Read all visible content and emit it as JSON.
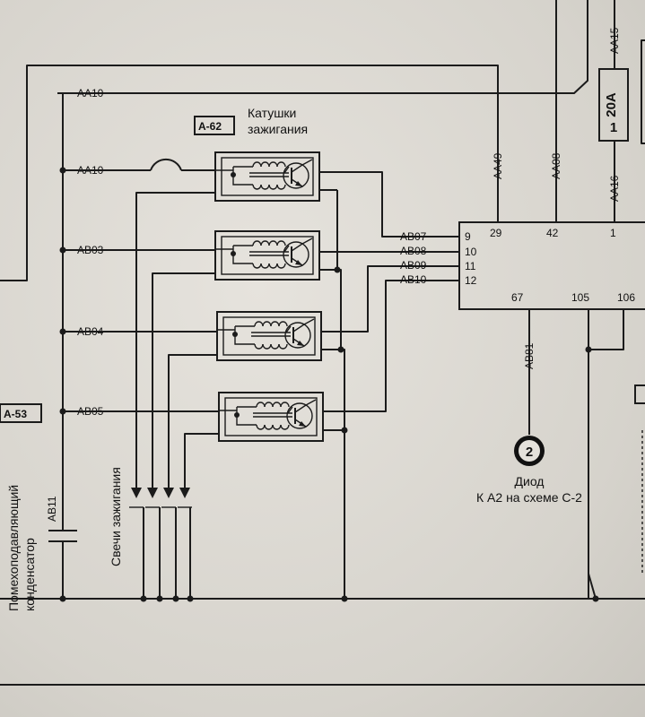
{
  "components": {
    "coil_ref": "A-62",
    "coil_title_1": "Катушки",
    "coil_title_2": "зажигания",
    "cond_ref": "A-53",
    "cond_label_1": "Помехоподавляющий",
    "cond_label_2": "конденсатор",
    "plug_label": "Свечи зажигания",
    "fuse_label": "20А",
    "fuse_digit": "1",
    "diode_number": "2",
    "diode_label_1": "Диод",
    "diode_label_2": "К А2 на схеме С-2"
  },
  "left_wires": {
    "top": "AA10",
    "coil1": "AA10",
    "coil2": "AB03",
    "coil3": "AB04",
    "coil4": "AB05",
    "cond": "AB11"
  },
  "ecu_wires": {
    "w1": "AB07",
    "w2": "AB08",
    "w3": "AB09",
    "w4": "AB10",
    "p1": "9",
    "p2": "10",
    "p3": "11",
    "p4": "12"
  },
  "top_wires": {
    "aa49": "AA49",
    "aa08": "AA08",
    "aa16": "AA16",
    "aa15": "AA15",
    "p29": "29",
    "p42": "42",
    "p1": "1"
  },
  "bottom_pins": {
    "p67": "67",
    "p105": "105",
    "p106": "106",
    "ab81": "AB81"
  }
}
